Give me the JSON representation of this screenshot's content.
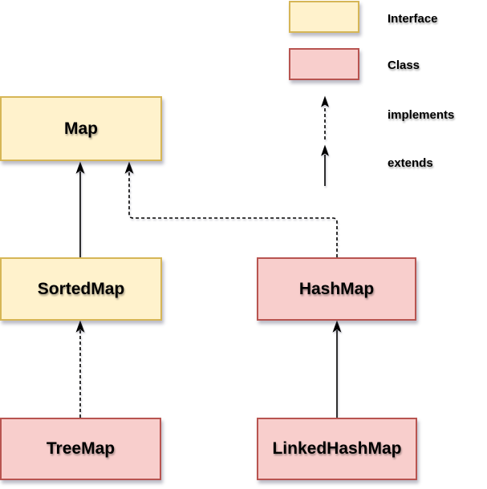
{
  "colors": {
    "interface_fill": "#FFF2CC",
    "interface_border": "#D6B656",
    "class_fill": "#F8CECC",
    "class_border": "#B85450",
    "arrow": "#000000",
    "background": "#FFFFFF"
  },
  "nodes": [
    {
      "id": "map",
      "label": "Map",
      "kind": "interface"
    },
    {
      "id": "sortedmap",
      "label": "SortedMap",
      "kind": "interface"
    },
    {
      "id": "treemap",
      "label": "TreeMap",
      "kind": "class"
    },
    {
      "id": "hashmap",
      "label": "HashMap",
      "kind": "class"
    },
    {
      "id": "linkedhashmap",
      "label": "LinkedHashMap",
      "kind": "class"
    }
  ],
  "edges": [
    {
      "from": "SortedMap",
      "to": "Map",
      "type": "extends",
      "style": "solid"
    },
    {
      "from": "HashMap",
      "to": "Map",
      "type": "implements",
      "style": "dashed"
    },
    {
      "from": "TreeMap",
      "to": "SortedMap",
      "type": "implements",
      "style": "dashed"
    },
    {
      "from": "LinkedHashMap",
      "to": "HashMap",
      "type": "extends",
      "style": "solid"
    }
  ],
  "legend": {
    "items": [
      {
        "swatch": "interface-box",
        "label": "Interface"
      },
      {
        "swatch": "class-box",
        "label": "Class"
      },
      {
        "swatch": "dashed-arrow",
        "label": "implements"
      },
      {
        "swatch": "solid-arrow",
        "label": "extends"
      }
    ]
  }
}
